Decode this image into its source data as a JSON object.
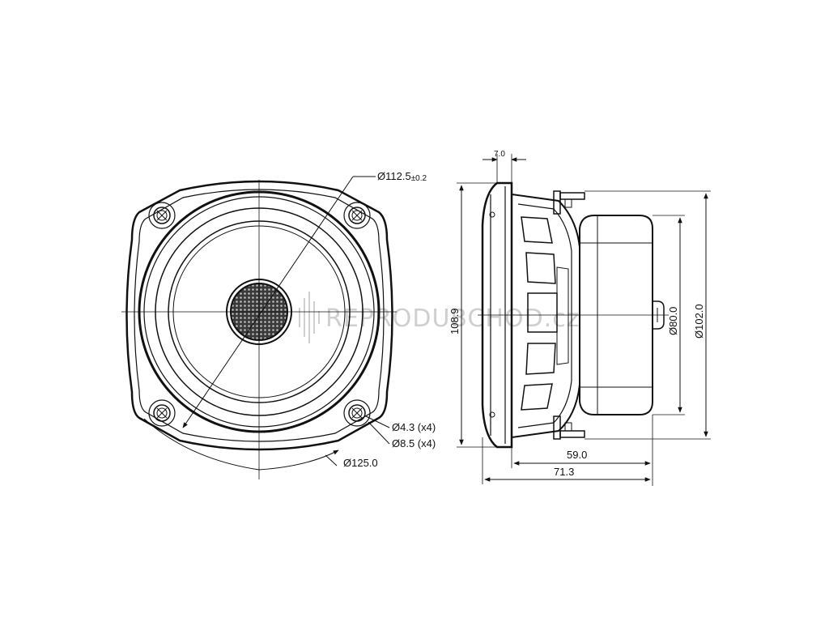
{
  "diagram": {
    "front_view": {
      "labels": {
        "cutout_diameter": "Ø112.5",
        "cutout_tolerance": "±0.2",
        "hole_small": "Ø4.3 (x4)",
        "hole_large": "Ø8.5 (x4)",
        "outer_diameter": "Ø125.0"
      }
    },
    "side_view": {
      "labels": {
        "flange_thickness": "7.0",
        "total_height": "108.9",
        "magnet_diameter": "Ø80.0",
        "frame_diameter": "Ø102.0",
        "mount_depth": "59.0",
        "total_depth": "71.3"
      }
    },
    "watermark": "REPRODUBCHOD.cz",
    "colors": {
      "line": "#111111",
      "watermark": "#cfcfcf"
    }
  }
}
